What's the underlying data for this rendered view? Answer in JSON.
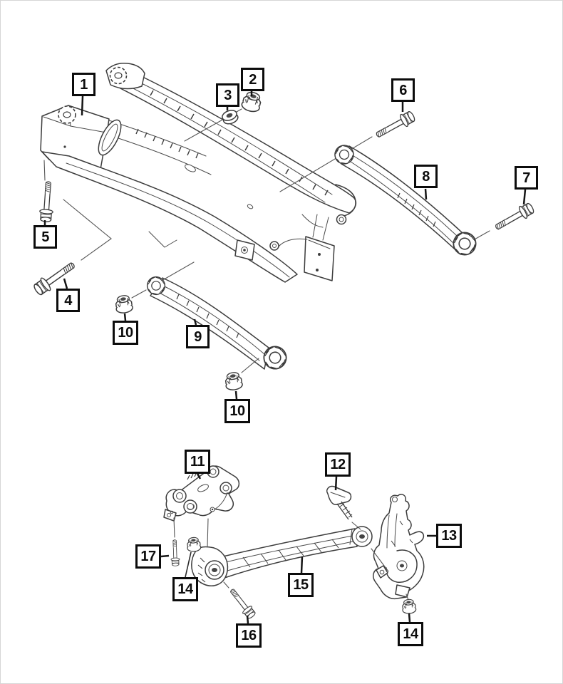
{
  "page": {
    "background": "#ffffff",
    "frame_color": "#d6d6d6",
    "line_color": "#3c3c3c",
    "callout_border_color": "#0c0c0c",
    "callout_text_color": "#0c0c0c"
  },
  "callouts": [
    {
      "label": "1"
    },
    {
      "label": "2"
    },
    {
      "label": "3"
    },
    {
      "label": "4"
    },
    {
      "label": "5"
    },
    {
      "label": "6"
    },
    {
      "label": "7"
    },
    {
      "label": "8"
    },
    {
      "label": "9"
    },
    {
      "label": "10"
    },
    {
      "label": "10"
    },
    {
      "label": "11"
    },
    {
      "label": "12"
    },
    {
      "label": "13"
    },
    {
      "label": "14"
    },
    {
      "label": "15"
    },
    {
      "label": "16"
    },
    {
      "label": "17"
    },
    {
      "label": "14"
    }
  ]
}
